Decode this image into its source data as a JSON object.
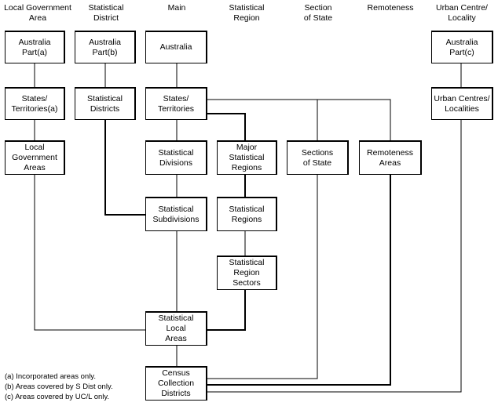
{
  "headers": {
    "lga": "Local Government\nArea",
    "sd": "Statistical\nDistrict",
    "main": "Main",
    "sr": "Statistical\nRegion",
    "sos": "Section\nof State",
    "rem": "Remoteness",
    "ucl": "Urban Centre/\nLocality"
  },
  "boxes": {
    "lga_australia": "Australia\nPart(a)",
    "lga_states": "States/\nTerritories(a)",
    "lga_areas": "Local\nGovernment\nAreas",
    "sd_australia": "Australia\nPart(b)",
    "sd_districts": "Statistical\nDistricts",
    "main_australia": "Australia",
    "main_states": "States/\nTerritories",
    "main_divisions": "Statistical\nDivisions",
    "main_subdivisions": "Statistical\nSubdivisions",
    "main_sla": "Statistical\nLocal\nAreas",
    "main_ccd": "Census\nCollection\nDistricts",
    "sr_major": "Major\nStatistical\nRegions",
    "sr_regions": "Statistical\nRegions",
    "sr_sectors": "Statistical\nRegion\nSectors",
    "sos_sections": "Sections\nof State",
    "rem_areas": "Remoteness\nAreas",
    "ucl_australia": "Australia\nPart(c)",
    "ucl_centres": "Urban Centres/\nLocalities"
  },
  "notes": [
    "(a) Incorporated areas only.",
    "(b) Areas covered by S Dist only.",
    "(c) Areas covered by UC/L only."
  ]
}
